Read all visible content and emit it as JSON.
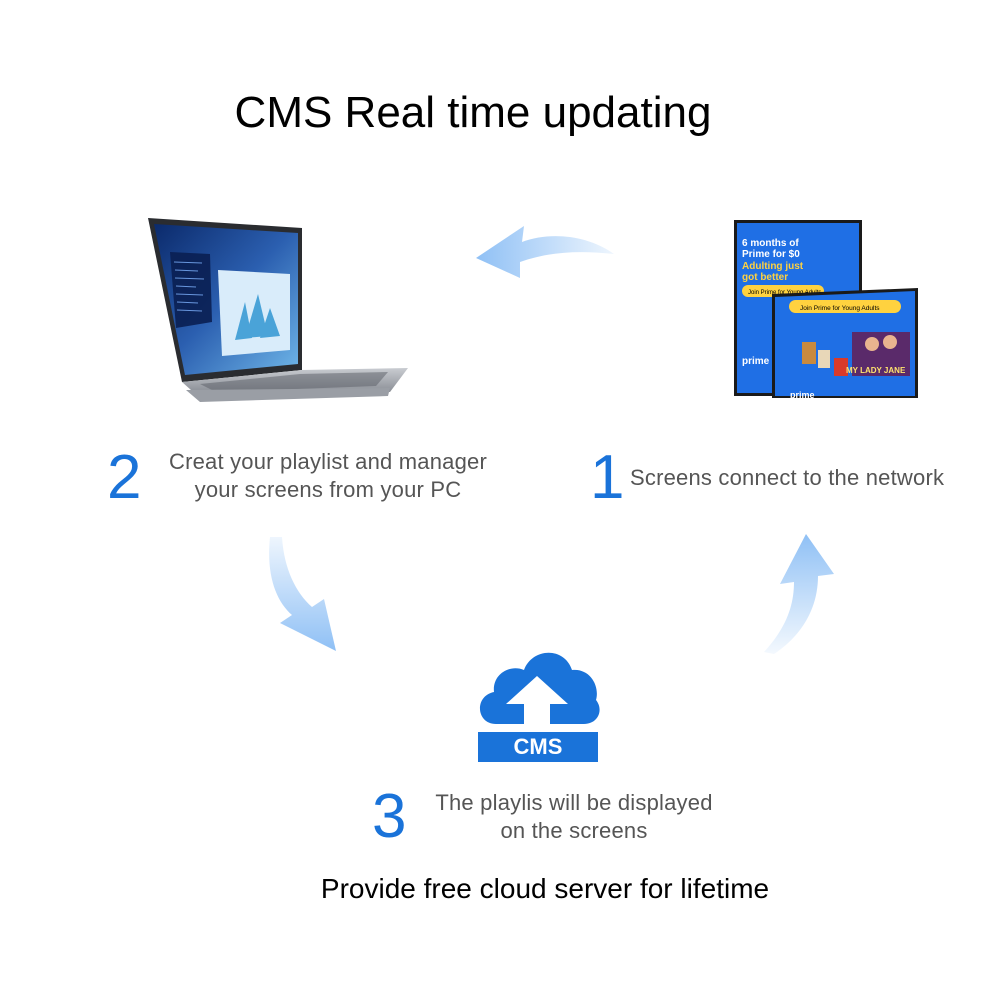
{
  "title": "CMS Real time updating",
  "footer": "Provide free cloud server for lifetime",
  "steps": [
    {
      "number": "1",
      "text_lines": [
        "Screens connect to the network"
      ]
    },
    {
      "number": "2",
      "text_lines": [
        "Creat your playlist and manager",
        "your screens from your PC"
      ]
    },
    {
      "number": "3",
      "text_lines": [
        "The playlis will be displayed",
        "on the screens"
      ]
    }
  ],
  "cloud_label": "CMS",
  "ad": {
    "front_headline": [
      "6 months of",
      "Prime for $0",
      "Adulting just",
      "got better"
    ],
    "front_button": "Join Prime for Young Adults",
    "brand": "prime",
    "back_button": "Join Prime for Young Adults",
    "movie_title": "MY LADY JANE",
    "cut_brand": "prime"
  },
  "colors": {
    "accent": "#1a73d9",
    "arrow": "#8fc0f5",
    "ad_blue": "#1f6fe5",
    "ad_yellow": "#ffd23f"
  }
}
